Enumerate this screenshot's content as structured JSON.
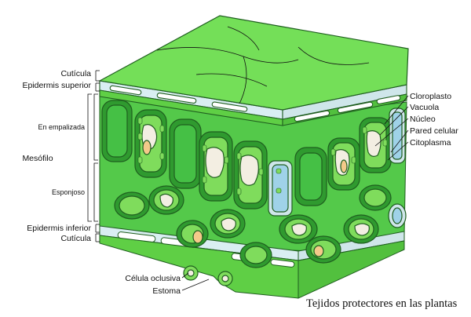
{
  "labels": {
    "left": {
      "cuticula_top": "Cutícula",
      "epidermis_superior": "Epidermis superior",
      "en_empalizada": "En empalizada",
      "mesofilo": "Mesófilo",
      "esponjoso": "Esponjoso",
      "epidermis_inferior": "Epidermis inferior",
      "cuticula_bottom": "Cutícula"
    },
    "right": {
      "cloroplasto": "Cloroplasto",
      "vacuola": "Vacuola",
      "nucleo": "Núcleo",
      "pared_celular": "Pared celular",
      "citoplasma": "Citoplasma"
    },
    "bottom": {
      "celula_oclusiva": "Célula oclusiva",
      "estoma": "Estoma"
    }
  },
  "caption": "Tejidos protectores en las plantas",
  "colors": {
    "cuticle": "#74df58",
    "cuticle_side": "#5fcf45",
    "epidermis": "#d9eef2",
    "cell_dark": "#2f9a2f",
    "cell_mid": "#45c045",
    "cell_light": "#7fdc5c",
    "vacuole": "#f3eee2",
    "nucleus": "#f4c98a",
    "outline": "#1f5e1f"
  }
}
